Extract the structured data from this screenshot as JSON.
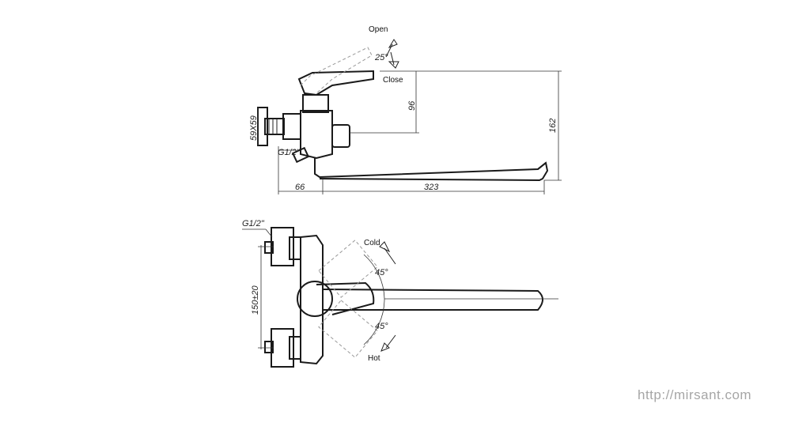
{
  "labels": {
    "open": "Open",
    "close": "Close",
    "angle_lever": "25°",
    "size_eccentric": "59X59",
    "thread_side": "G1/2\"",
    "thread_top": "G1/2\"",
    "dim_66": "66",
    "dim_323": "323",
    "dim_96": "96",
    "dim_162": "162",
    "cold": "Cold",
    "hot": "Hot",
    "angle_cold": "45°",
    "angle_hot": "45°",
    "dim_150": "150±20"
  },
  "watermark": "http://mirsant.com"
}
